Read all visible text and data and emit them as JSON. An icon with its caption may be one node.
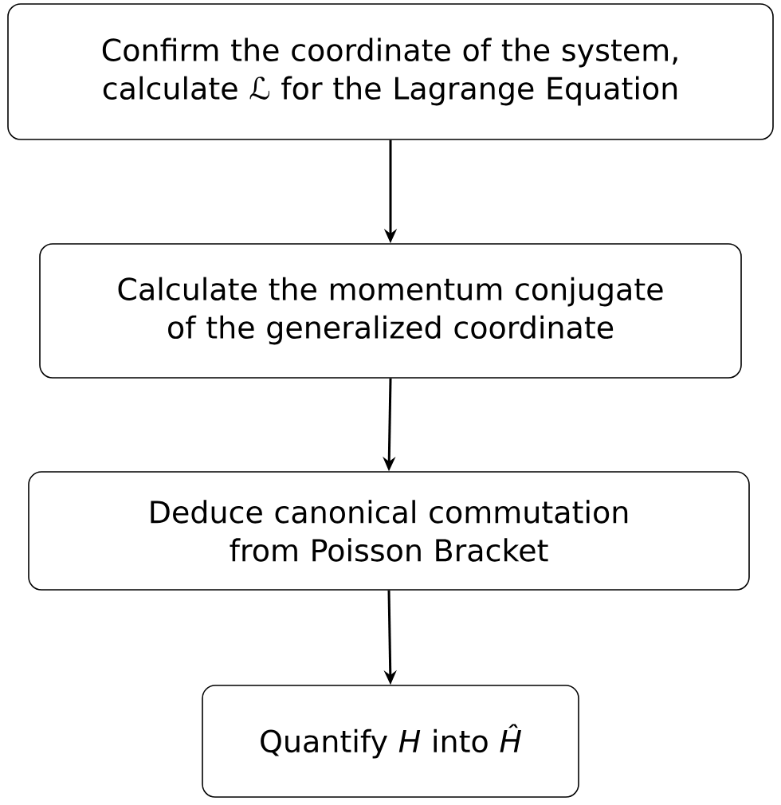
{
  "diagram": {
    "nodes": [
      {
        "text": [
          "Confirm the coordinate of the system, calculate ℒ for the Lagrange Equation"
        ]
      },
      {
        "text": [
          "Calculate the momentum conjugate of the generalized coordinate"
        ]
      },
      {
        "text": [
          "Deduce canonical commutation from Poisson Bracket"
        ]
      },
      {
        "text": [
          "Quantify *H* into *Ĥ*"
        ]
      }
    ],
    "edges": [
      {
        "from": 0,
        "to": 1,
        "arrow": "to"
      },
      {
        "from": 1,
        "to": 2,
        "arrow": "to"
      },
      {
        "from": 2,
        "to": 3,
        "arrow": "to"
      }
    ]
  }
}
